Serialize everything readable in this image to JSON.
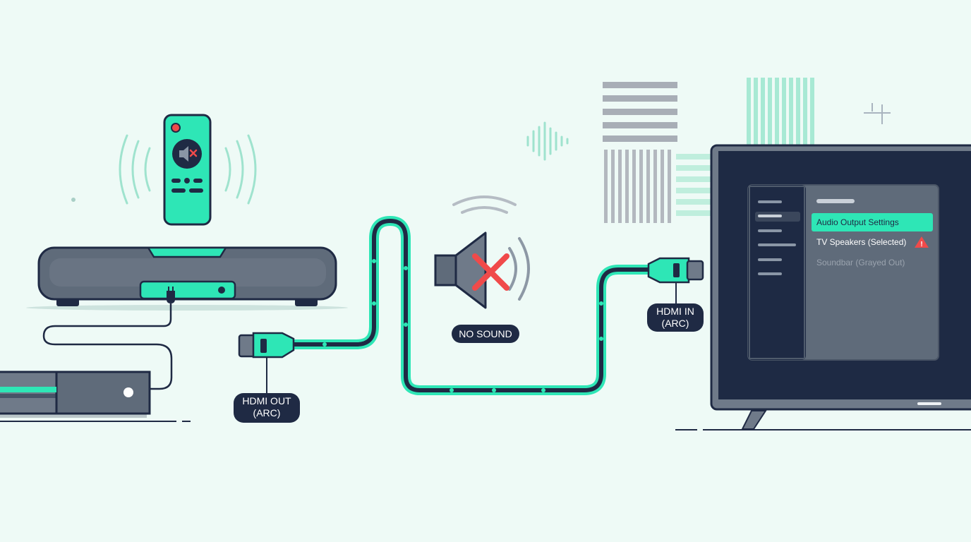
{
  "labels": {
    "hdmi_out_line1": "HDMI OUT",
    "hdmi_out_line2": "(ARC)",
    "hdmi_in_line1": "HDMI IN",
    "hdmi_in_line2": "(ARC)",
    "no_sound": "NO SOUND"
  },
  "tv_menu": {
    "highlighted_item": "Audio Output Settings",
    "selected_item": "TV Speakers (Selected)",
    "disabled_item": "Soundbar (Grayed Out)",
    "warning_badge": "!"
  },
  "colors": {
    "background": "#eefaf6",
    "accent": "#2ee6b6",
    "device_gray": "#5f6b7a",
    "outline_dark": "#1f2a44",
    "error_red": "#f04a4a",
    "screen_dark": "#1e2a44"
  },
  "icons": {
    "remote_button": "speaker-muted-icon",
    "speaker": "speaker-no-sound-icon",
    "warning": "warning-triangle-icon"
  }
}
